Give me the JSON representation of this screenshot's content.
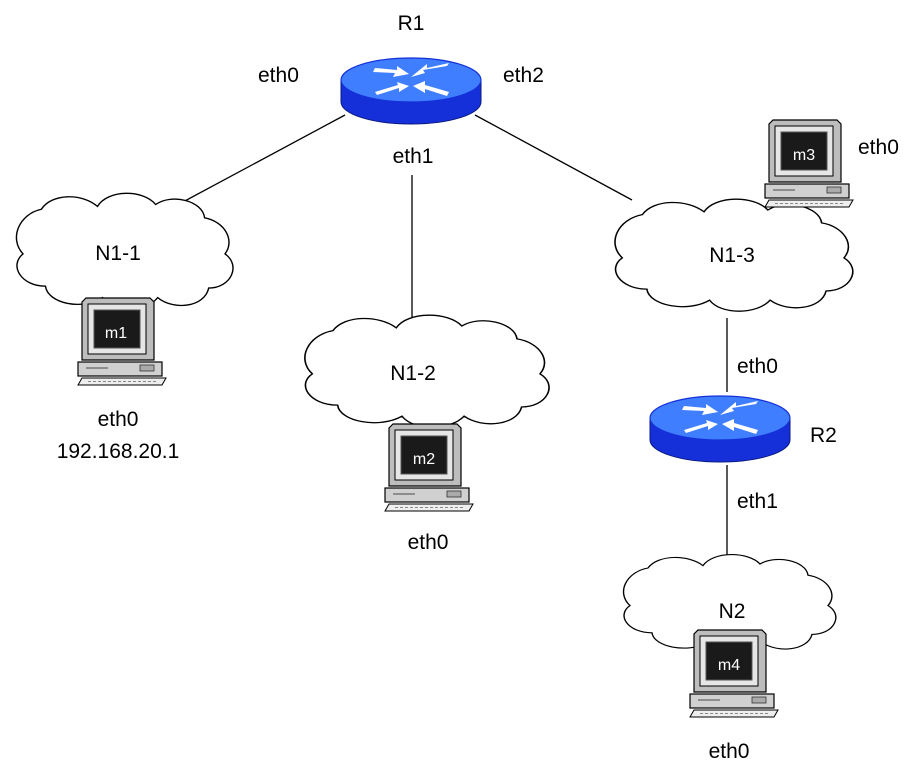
{
  "routers": {
    "r1": {
      "name": "R1",
      "if_left": "eth0",
      "if_bottom": "eth1",
      "if_right": "eth2"
    },
    "r2": {
      "name": "R2",
      "if_top": "eth0",
      "if_bottom": "eth1"
    }
  },
  "networks": {
    "n1_1": {
      "name": "N1-1"
    },
    "n1_2": {
      "name": "N1-2"
    },
    "n1_3": {
      "name": "N1-3"
    },
    "n2": {
      "name": "N2"
    }
  },
  "hosts": {
    "m1": {
      "name": "m1",
      "iface": "eth0",
      "ip": "192.168.20.1"
    },
    "m2": {
      "name": "m2",
      "iface": "eth0"
    },
    "m3": {
      "name": "m3",
      "iface": "eth0"
    },
    "m4": {
      "name": "m4",
      "iface": "eth0"
    }
  },
  "colors": {
    "router_top": "#3f7fff",
    "router_side": "#1530d8",
    "screen": "#1a1a1a",
    "monitor_body": "#cfcfcf"
  }
}
